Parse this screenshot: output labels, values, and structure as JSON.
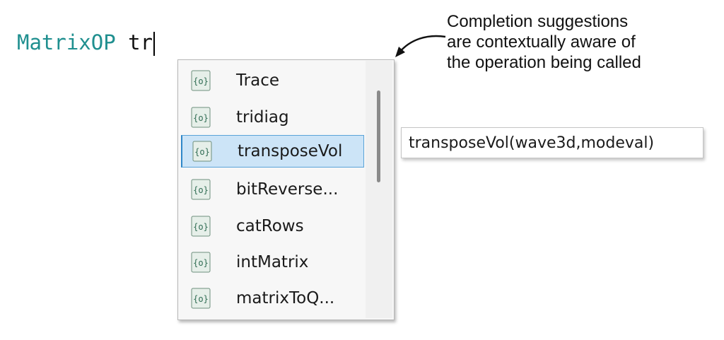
{
  "editor": {
    "keyword": "MatrixOP",
    "typed_text": " tr",
    "keyword_color": "#1f8f8f"
  },
  "annotation": {
    "line1": "Completion suggestions",
    "line2": "are contextually aware of",
    "line3": "the operation being called"
  },
  "completion_list": {
    "icon": "operation-icon",
    "selected_index": 2,
    "items": [
      {
        "label": "Trace"
      },
      {
        "label": "tridiag"
      },
      {
        "label": "transposeVol"
      },
      {
        "label": "bitReverse..."
      },
      {
        "label": "catRows"
      },
      {
        "label": "intMatrix"
      },
      {
        "label": "matrixToQ..."
      }
    ]
  },
  "tooltip": {
    "signature": "transposeVol(wave3d,modeval)"
  },
  "colors": {
    "selection_bg": "#cce4f7",
    "selection_border": "#2f87c8"
  }
}
